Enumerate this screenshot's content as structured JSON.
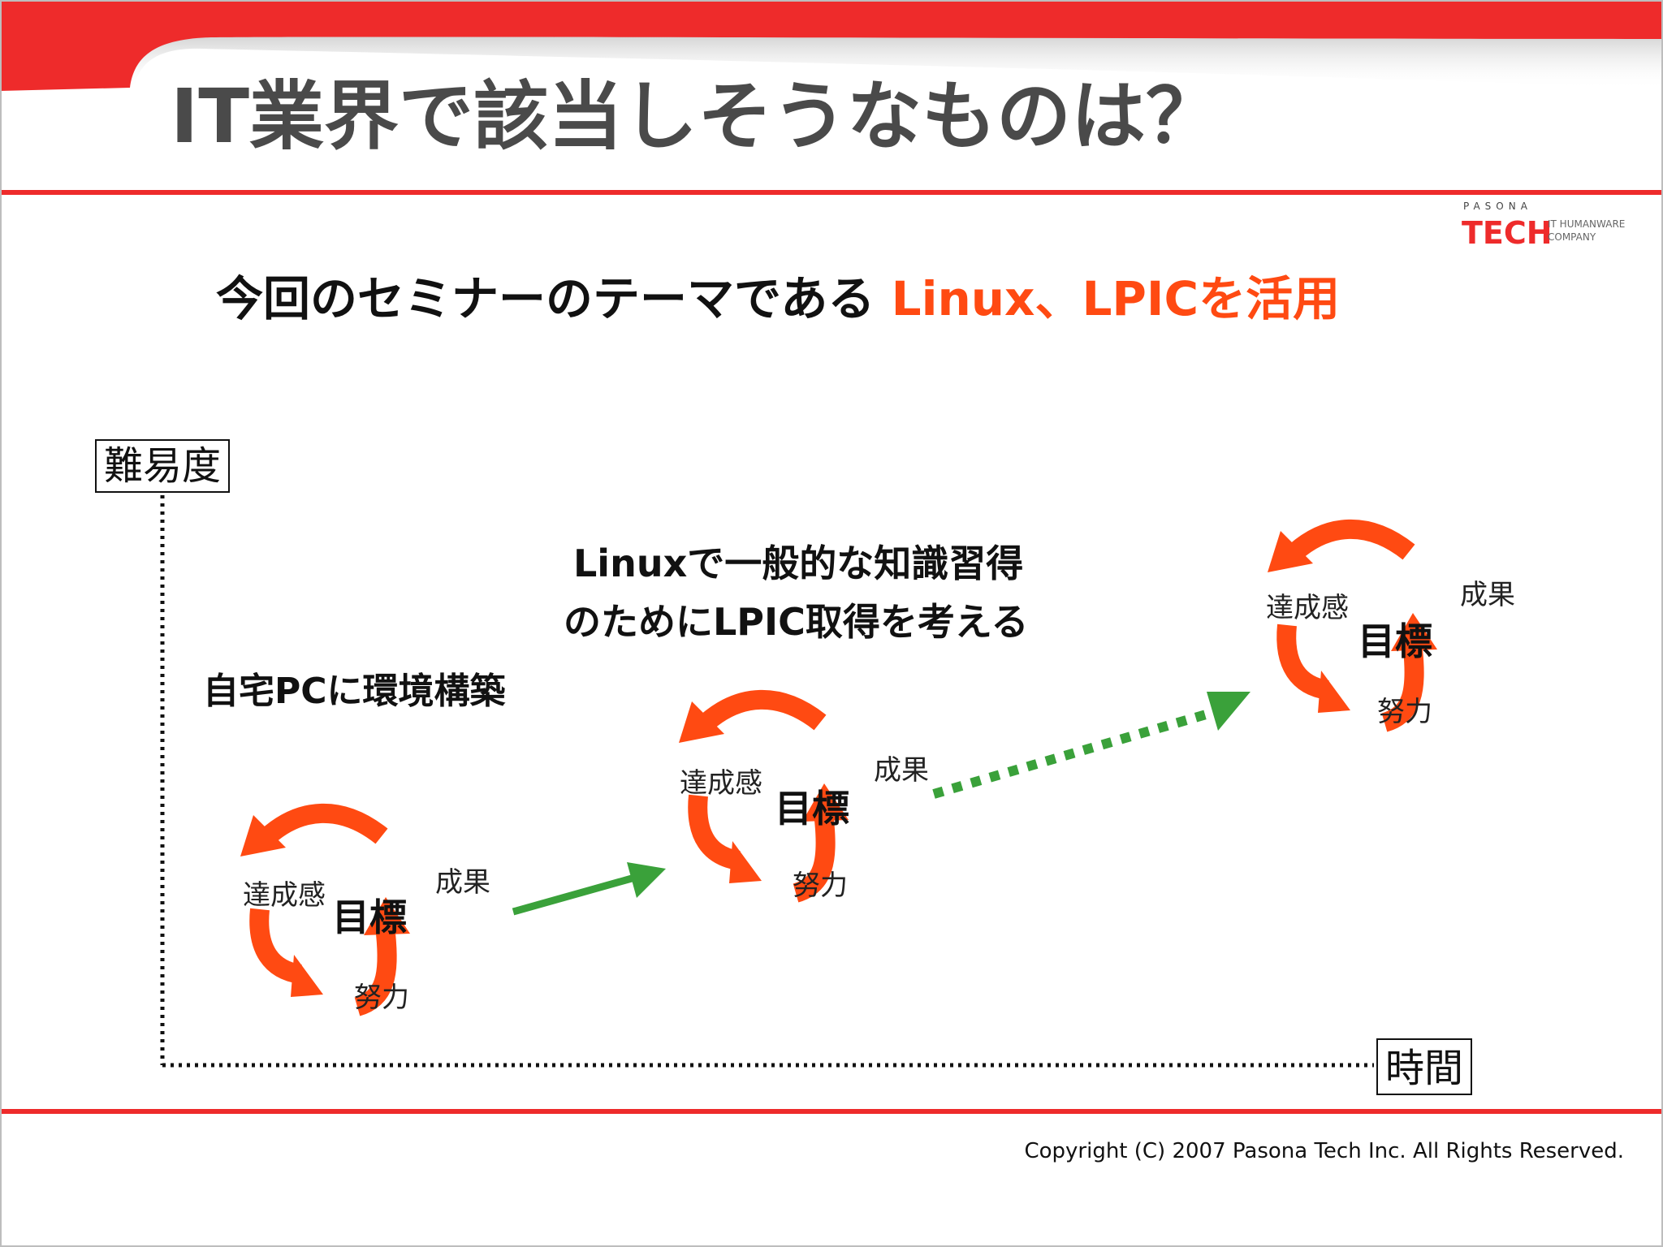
{
  "slide": {
    "title": "IT業界で該当しそうなものは？",
    "subtitle_black": "今回のセミナーのテーマである",
    "subtitle_accent": "Linux、LPICを活用",
    "copyright": "Copyright (C) 2007 Pasona Tech Inc. All Rights Reserved."
  },
  "logo": {
    "brand_top": "PASONA",
    "brand_main": "TECH",
    "tagline_1": "IT HUMANWARE",
    "tagline_2": "COMPANY"
  },
  "axes": {
    "y_label": "難易度",
    "x_label": "時間"
  },
  "annotations": {
    "home_env": "自宅PCに環境構築",
    "linux_line_1": "Linuxで一般的な知識習得",
    "linux_line_2": "のためにLPIC取得を考える"
  },
  "cycle": {
    "center": "目標",
    "top_left": "達成感",
    "top_right": "成果",
    "bottom": "努力"
  },
  "colors": {
    "brand_red": "#ee2b2b",
    "accent_orange": "#ff4a12",
    "arrow_green": "#3aa13a",
    "title_gray": "#4a4a4a"
  }
}
